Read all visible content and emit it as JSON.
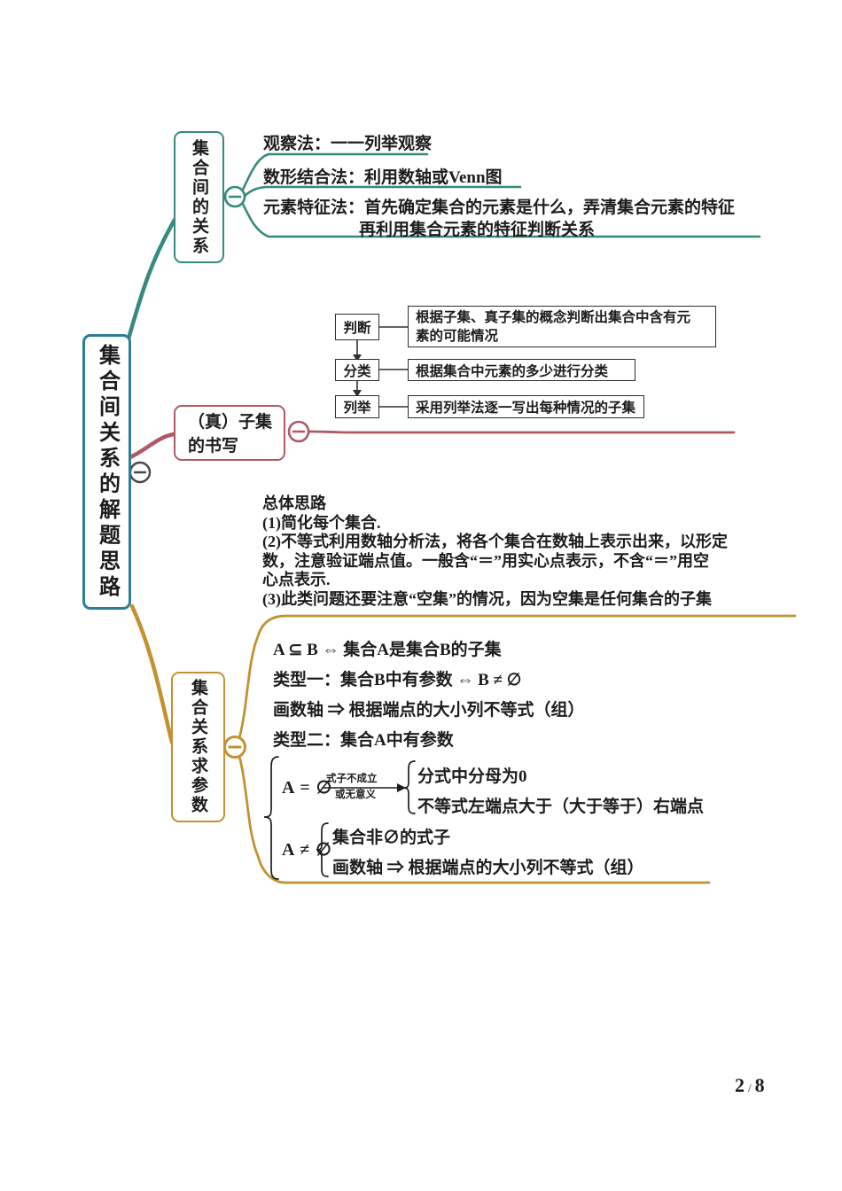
{
  "root": {
    "label": "集合间关系的解题思路"
  },
  "relations_branch": {
    "node_label": "集合间的关系",
    "item1": "观察法：一一列举观察",
    "item2": "数形结合法：利用数轴或Venn图",
    "item3_line1": "元素特征法：首先确定集合的元素是什么，弄清集合元素的特征",
    "item3_line2": "再利用集合元素的特征判断关系"
  },
  "subset_branch": {
    "node_label_line1": "（真）子集",
    "node_label_line2": "的书写",
    "flow": {
      "step1": "判断",
      "desc1_line1": "根据子集、真子集的概念判断出集合中含有元",
      "desc1_line2": "素的可能情况",
      "step2": "分类",
      "desc2": "根据集合中元素的多少进行分类",
      "step3": "列举",
      "desc3": "采用列举法逐一写出每种情况的子集"
    }
  },
  "notes": {
    "line1": "总体思路",
    "line2": "(1)简化每个集合.",
    "line3": "(2)不等式利用数轴分析法，将各个集合在数轴上表示出来，以形定",
    "line4": "数，注意验证端点值。一般含“＝”用实心点表示，不含“＝”用空",
    "line5": "心点表示.",
    "line6": "(3)此类问题还要注意“空集”的情况，因为空集是任何集合的子集"
  },
  "params_branch": {
    "node_label": "集合关系求参数",
    "line1": "A ⊆ B ⇔ 集合A是集合B的子集",
    "line2": "类型一：集合B中有参数 ⇔ B ≠ ∅",
    "line3": "画数轴 ⇒ 根据端点的大小列不等式（组）",
    "line4": "类型二：集合A中有参数",
    "case_empty": {
      "head": "A = ∅",
      "arrow_top": "式子不成立",
      "arrow_bottom": "或无意义",
      "sub1": "分式中分母为0",
      "sub2": "不等式左端点大于（大于等于）右端点"
    },
    "case_nonempty": {
      "head": "A ≠ ∅",
      "sub1": "集合非∅的式子",
      "sub2": "画数轴 ⇒ 根据端点的大小列不等式（组）"
    }
  },
  "page_footer": {
    "current": "2",
    "separator": "/",
    "total": "8"
  },
  "colors": {
    "root_border": "#2c7d96",
    "relations_branch": "#35897e",
    "subset_branch": "#b05964",
    "params_branch": "#c39130",
    "flowchart": "#2e2e2e"
  }
}
